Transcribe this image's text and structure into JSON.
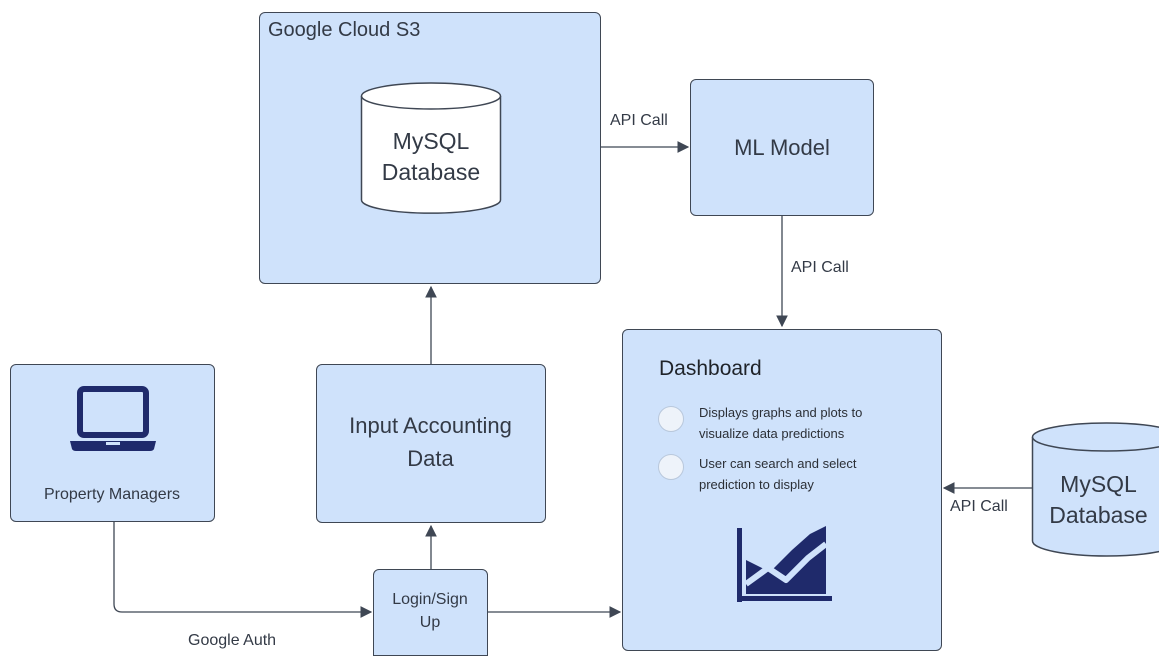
{
  "nodes": {
    "cloud": {
      "title": "Google Cloud S3"
    },
    "cloud_db": {
      "line1": "MySQL",
      "line2": "Database"
    },
    "ml_model": {
      "label": "ML Model"
    },
    "input_data": {
      "line1": "Input Accounting",
      "line2": "Data"
    },
    "managers": {
      "label": "Property Managers",
      "icon": "laptop-icon"
    },
    "login": {
      "line1": "Login/Sign",
      "line2": "Up"
    },
    "dashboard": {
      "title": "Dashboard",
      "bullets": [
        {
          "line1": "Displays graphs and plots to",
          "line2": "visualize data predictions"
        },
        {
          "line1": "User can search and select",
          "line2": "prediction to display"
        }
      ],
      "icon": "area-chart-icon"
    },
    "ext_db": {
      "line1": "MySQL",
      "line2": "Database"
    }
  },
  "edges": {
    "db_to_ml": "API Call",
    "ml_to_dashboard": "API Call",
    "extdb_to_dashboard": "API Call",
    "managers_to_login": "Google Auth"
  },
  "colors": {
    "box_fill": "#cfe2fb",
    "stroke": "#3f4754",
    "icon_navy": "#1f2a6b"
  }
}
